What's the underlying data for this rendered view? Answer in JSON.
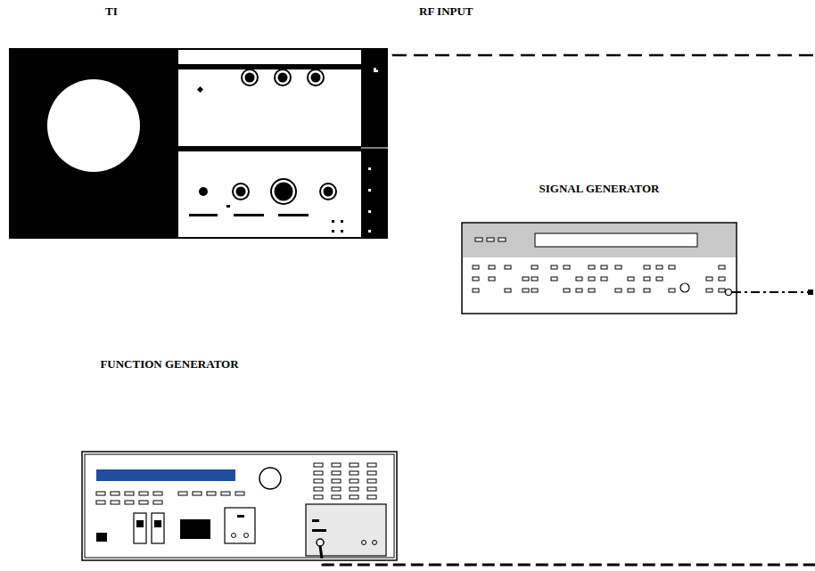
{
  "diagram": {
    "nodes": [
      {
        "text": [
          "TI"
        ]
      },
      {
        "text": [
          "SIGNAL GENERATOR"
        ]
      },
      {
        "text": [
          "FUNCTION GENERATOR"
        ]
      }
    ],
    "labels": [
      "RF INPUT"
    ]
  }
}
